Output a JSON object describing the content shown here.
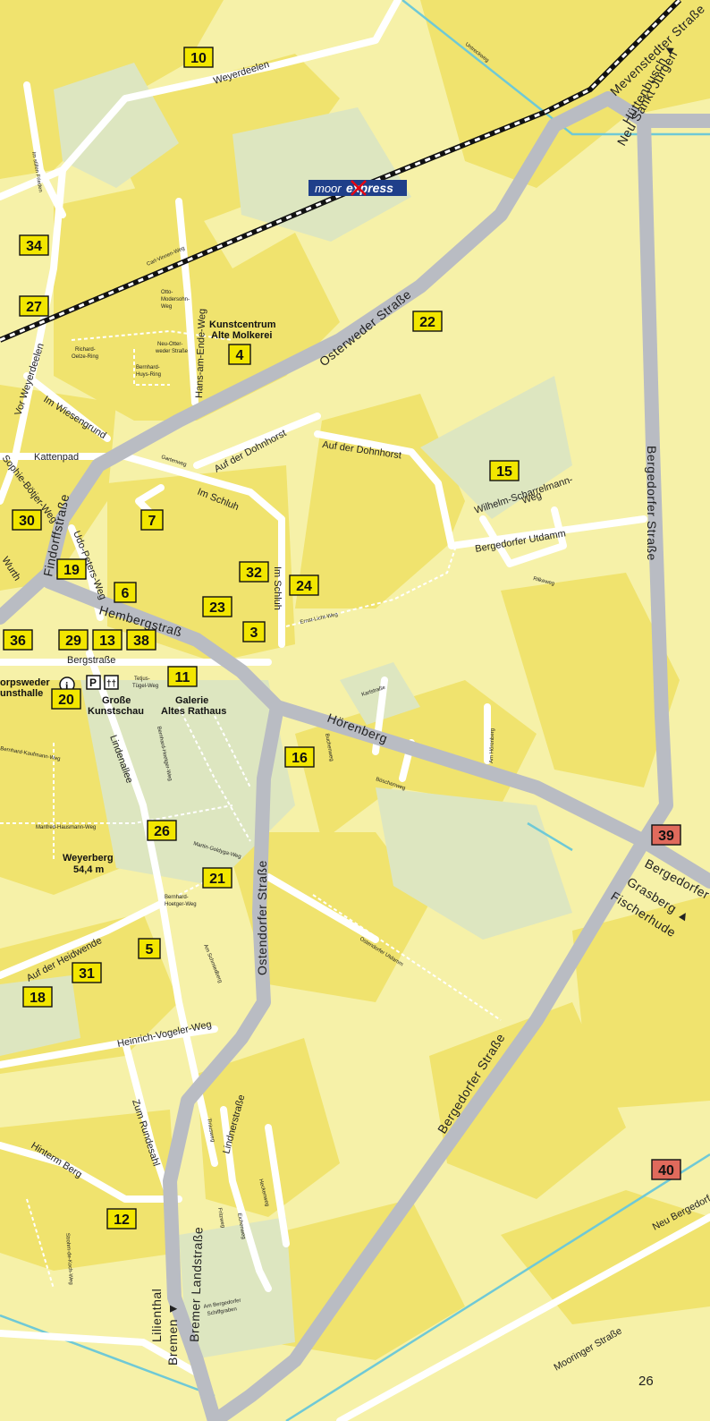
{
  "map": {
    "page_number": "26",
    "colors": {
      "background": "#f6f1a8",
      "built_area": "#f0e36e",
      "green": "#dde6c0",
      "road": "#ffffff",
      "main_road": "#b9bcc3",
      "water": "#6fc9d6",
      "poi_box": "#f2e600",
      "poi_box_red": "#e06a5c",
      "rail": "#111111"
    },
    "rail_logo": {
      "text_a": "moor",
      "text_b": "express"
    },
    "pois": [
      {
        "id": "10",
        "color": "yellow"
      },
      {
        "id": "34",
        "color": "yellow"
      },
      {
        "id": "27",
        "color": "yellow"
      },
      {
        "id": "22",
        "color": "yellow"
      },
      {
        "id": "4",
        "color": "yellow"
      },
      {
        "id": "15",
        "color": "yellow"
      },
      {
        "id": "30",
        "color": "yellow"
      },
      {
        "id": "7",
        "color": "yellow"
      },
      {
        "id": "19",
        "color": "yellow"
      },
      {
        "id": "6",
        "color": "yellow"
      },
      {
        "id": "32",
        "color": "yellow"
      },
      {
        "id": "24",
        "color": "yellow"
      },
      {
        "id": "23",
        "color": "yellow"
      },
      {
        "id": "3",
        "color": "yellow"
      },
      {
        "id": "36",
        "color": "yellow"
      },
      {
        "id": "29",
        "color": "yellow"
      },
      {
        "id": "13",
        "color": "yellow"
      },
      {
        "id": "38",
        "color": "yellow"
      },
      {
        "id": "11",
        "color": "yellow"
      },
      {
        "id": "20",
        "color": "yellow"
      },
      {
        "id": "16",
        "color": "yellow"
      },
      {
        "id": "26",
        "color": "yellow"
      },
      {
        "id": "21",
        "color": "yellow"
      },
      {
        "id": "5",
        "color": "yellow"
      },
      {
        "id": "31",
        "color": "yellow"
      },
      {
        "id": "18",
        "color": "yellow"
      },
      {
        "id": "12",
        "color": "yellow"
      },
      {
        "id": "39",
        "color": "red"
      },
      {
        "id": "40",
        "color": "red"
      }
    ],
    "places": {
      "kunstcentrum_1": "Kunstcentrum",
      "kunstcentrum_2": "Alte Molkerei",
      "kunsthalle_1": "orpsweder",
      "kunsthalle_2": "unsthalle",
      "kunstschau_1": "Große",
      "kunstschau_2": "Kunstschau",
      "galerie_1": "Galerie",
      "galerie_2": "Altes Rathaus",
      "weyerberg_1": "Weyerberg",
      "weyerberg_2": "54,4 m"
    },
    "icons": {
      "info": "i",
      "parking": "P",
      "wc": "††"
    },
    "directions": {
      "huettenbusch": "Hüttenbusch ▲",
      "neu_sankt_juergen": "Neu Sankt Jürgen",
      "grasberg": "Grasberg ▲",
      "fischerhude": "Fischerhude",
      "lilienthal": "Lilienthal",
      "bremen": "Bremen ▼"
    },
    "streets": {
      "weyerdeelen": "Weyerdeelen",
      "mevenstedter": "Mevenstedter Straße",
      "osterweder": "Osterweder Straße",
      "bergedorfer_1": "Bergedorfer Straße",
      "bergedorfer_2": "Bergedorfer Straße",
      "bergedorfer_3": "Bergedorfer",
      "findorff": "Findorffstraße",
      "udo_peters": "Udo-Peters-Weg",
      "hemberg": "Hembergstraße",
      "bergstrasse": "Bergstraße",
      "hoerenberg": "Hörenberg",
      "lindenallee": "Lindenallee",
      "ostendorfer": "Ostendorfer Straße",
      "bremer_land": "Bremer Landstraße",
      "hans_am_ende": "Hans-am-Ende-Weg",
      "im_schluh_1": "Im Schluh",
      "im_schluh_2": "Im Schluh",
      "auf_der_dohnhorst_1": "Auf der Dohnhorst",
      "auf_der_dohnhorst_2": "Auf der Dohnhorst",
      "bergedorfer_utdamm": "Bergedorfer Utdamm",
      "wilhelm_1": "Wilhelm-Scharrelmann-",
      "wilhelm_2": "Weg",
      "vor_weyerdeelen": "Vor Weyerdeelen",
      "im_wiesengrund": "Im Wiesengrund",
      "kattenpad": "Kattenpad",
      "sophie_boetjer": "Sophie-Bötjer-Weg",
      "wurth": "Wurth",
      "auf_der_heidwende": "Auf der Heidwende",
      "heinrich_vogeler": "Heinrich-Vogeler-Weg",
      "zum_rundesahl": "Zum Rundesahl",
      "hinterm_berg": "Hinterm Berg",
      "lindnerstrasse": "Lindnerstraße",
      "mooringer": "Mooringer Straße",
      "neu_bergedorf": "Neu Bergedorf",
      "untreckweg": "Untreckweg",
      "im_stillen_frieden": "Im stillen Frieden",
      "carl_vinnen": "Carl-Vinnen-Weg",
      "otto_modersohn_1": "Otto-",
      "otto_modersohn_2": "Modersohn-",
      "otto_modersohn_3": "Weg",
      "neu_otter_1": "Neu-Otter-",
      "neu_otter_2": "weder Straße",
      "richard_1": "Richard-",
      "richard_2": "Oelze-Ring",
      "bernhard_huys_1": "Bernhard-",
      "bernhard_huys_2": "Huys-Ring",
      "gartenweg": "Gartenweg",
      "ernst_licht": "Ernst-Licht-Weg",
      "rilkeweg": "Rilkeweg",
      "karlstrasse": "Karlstraße",
      "am_hoerenberg": "Am Hörenberg",
      "buchenweg": "Buchenweg",
      "boeschenweg": "Böschenweg",
      "tetjus_1": "Tetjus-",
      "tetjus_2": "Tügel-Weg",
      "bernhard_kaufmann": "Bernhard-Kaufmann-Weg",
      "manfred_hausmann": "Manfred-Hausmann-Weg",
      "martin_goldyga": "Martin-Goldyga-Weg",
      "bernhard_hoetger_1": "Bernhard-",
      "bernhard_hoetger_2": "Hoetger-Weg",
      "bernhard_hoetger_v": "Bernhard-Hoetger-Weg",
      "am_schmiedberg": "Am Schmiedberg",
      "ostendorfer_utdamm": "Ostendorfer Utdamm",
      "tiniusweg": "Tiniusweg",
      "heckenweg": "Heckenweg",
      "fritzweg": "Fritzweg",
      "eichenweg": "Eichenweg",
      "strohmstrasse": "Strohm-de-Koch-Weg",
      "am_bergedorfer_1": "Am Bergedorfer",
      "am_bergedorfer_2": "Schiffgraben"
    }
  }
}
